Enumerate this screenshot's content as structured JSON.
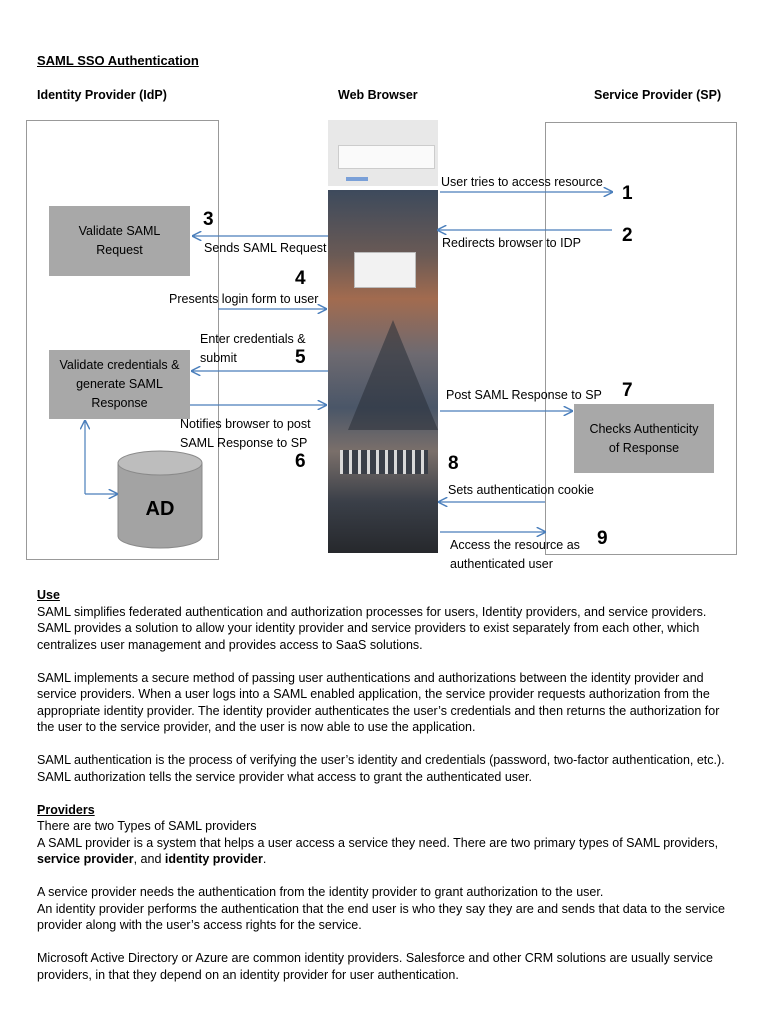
{
  "title": "SAML SSO Authentication",
  "columns": {
    "idp": "Identity Provider (IdP)",
    "browser": "Web Browser",
    "sp": "Service Provider (SP)"
  },
  "boxes": {
    "validate_saml": "Validate SAML Request",
    "validate_credentials": "Validate credentials & generate SAML Response",
    "checks_authenticity": "Checks Authenticity of Response",
    "ad": "AD"
  },
  "steps": [
    {
      "n": "1",
      "label": "User tries to access resource"
    },
    {
      "n": "2",
      "label": "Redirects browser to IDP"
    },
    {
      "n": "3",
      "label": "Sends SAML Request"
    },
    {
      "n": "4",
      "label": "Presents login form to user"
    },
    {
      "n": "5",
      "label": "Enter credentials & submit"
    },
    {
      "n": "6",
      "label": "Notifies browser to post SAML Response to SP"
    },
    {
      "n": "7",
      "label": "Post SAML Response to SP"
    },
    {
      "n": "8",
      "label": "Sets authentication cookie"
    },
    {
      "n": "9",
      "label": "Access the resource as authenticated user"
    }
  ],
  "colors": {
    "arrow": "#4a7ebb",
    "box_gray": "#a8a8a8",
    "border": "#999999"
  },
  "sections": {
    "use_heading": "Use",
    "use_p1": "SAML simplifies federated authentication and authorization processes for users, Identity providers, and service providers. SAML provides a solution to allow your identity provider and service providers to exist separately from each other, which centralizes user management and provides access to SaaS solutions.",
    "use_p2": "SAML implements a secure method of passing user authentications and authorizations between the identity provider and service providers. When a user logs into a SAML enabled application, the service provider requests authorization from the appropriate identity provider. The identity provider authenticates the user’s credentials and then returns the authorization for the user to the service provider, and the user is now able to use the application.",
    "use_p3": "SAML authentication is the process of verifying the user’s identity and credentials (password, two-factor authentication, etc.). SAML authorization tells the service provider what access to grant the authenticated user.",
    "providers_heading": "Providers",
    "providers_line1": "There are two Types of SAML providers",
    "providers_line2_a": "A SAML provider is a system that helps a user access a service they need. There are two primary types of SAML providers, ",
    "providers_line2_b": "service provider",
    "providers_line2_c": ", and ",
    "providers_line2_d": "identity provider",
    "providers_line2_e": ".",
    "providers_p2a": "A service provider needs the authentication from the identity provider to grant authorization to the user.",
    "providers_p2b": "An identity provider performs the authentication that the end user is who they say they are and sends that data to the service provider along with the user’s access rights for the service.",
    "providers_p3": "Microsoft Active Directory or Azure are common identity providers. Salesforce and other CRM solutions are usually service providers, in that they depend on an identity provider for user authentication."
  }
}
